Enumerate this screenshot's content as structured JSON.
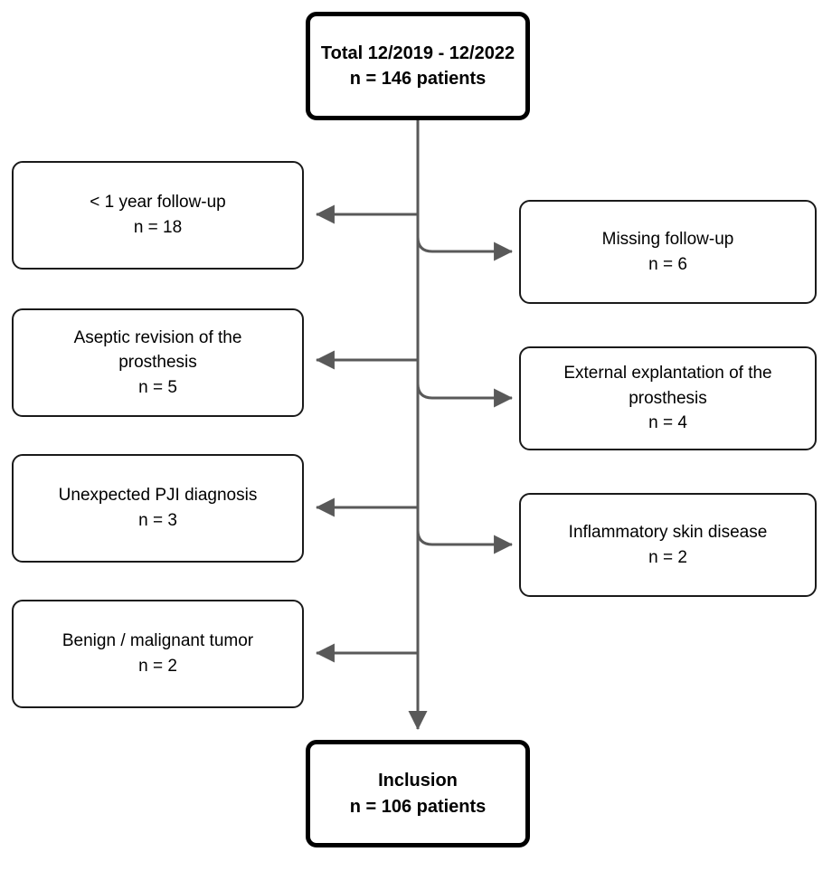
{
  "diagram": {
    "title": "Patient inclusion flow diagram",
    "type": "flowchart",
    "connector_color": "#595959",
    "border_color": "#000000",
    "background_color": "#ffffff"
  },
  "nodes": {
    "total": {
      "label": "Total 12/2019 - 12/2022\nn = 146 patients",
      "period": "12/2019 - 12/2022",
      "count": 146,
      "unit": "patients"
    },
    "inclusion": {
      "label": "Inclusion\nn = 106 patients",
      "count": 106,
      "unit": "patients"
    }
  },
  "exclusions_left": [
    {
      "label": "< 1 year follow-up\nn = 18",
      "reason": "< 1 year follow-up",
      "count": 18
    },
    {
      "label": "Aseptic revision of the\nprosthesis\nn = 5",
      "reason": "Aseptic revision of the prosthesis",
      "count": 5
    },
    {
      "label": "Unexpected PJI diagnosis\nn = 3",
      "reason": "Unexpected PJI diagnosis",
      "count": 3
    },
    {
      "label": "Benign / malignant tumor\nn = 2",
      "reason": "Benign / malignant tumor",
      "count": 2
    }
  ],
  "exclusions_right": [
    {
      "label": "Missing follow-up\nn = 6",
      "reason": "Missing follow-up",
      "count": 6
    },
    {
      "label": "External explantation of the\nprosthesis\nn = 4",
      "reason": "External explantation of the prosthesis",
      "count": 4
    },
    {
      "label": "Inflammatory skin disease\nn = 2",
      "reason": "Inflammatory skin disease",
      "count": 2
    }
  ]
}
